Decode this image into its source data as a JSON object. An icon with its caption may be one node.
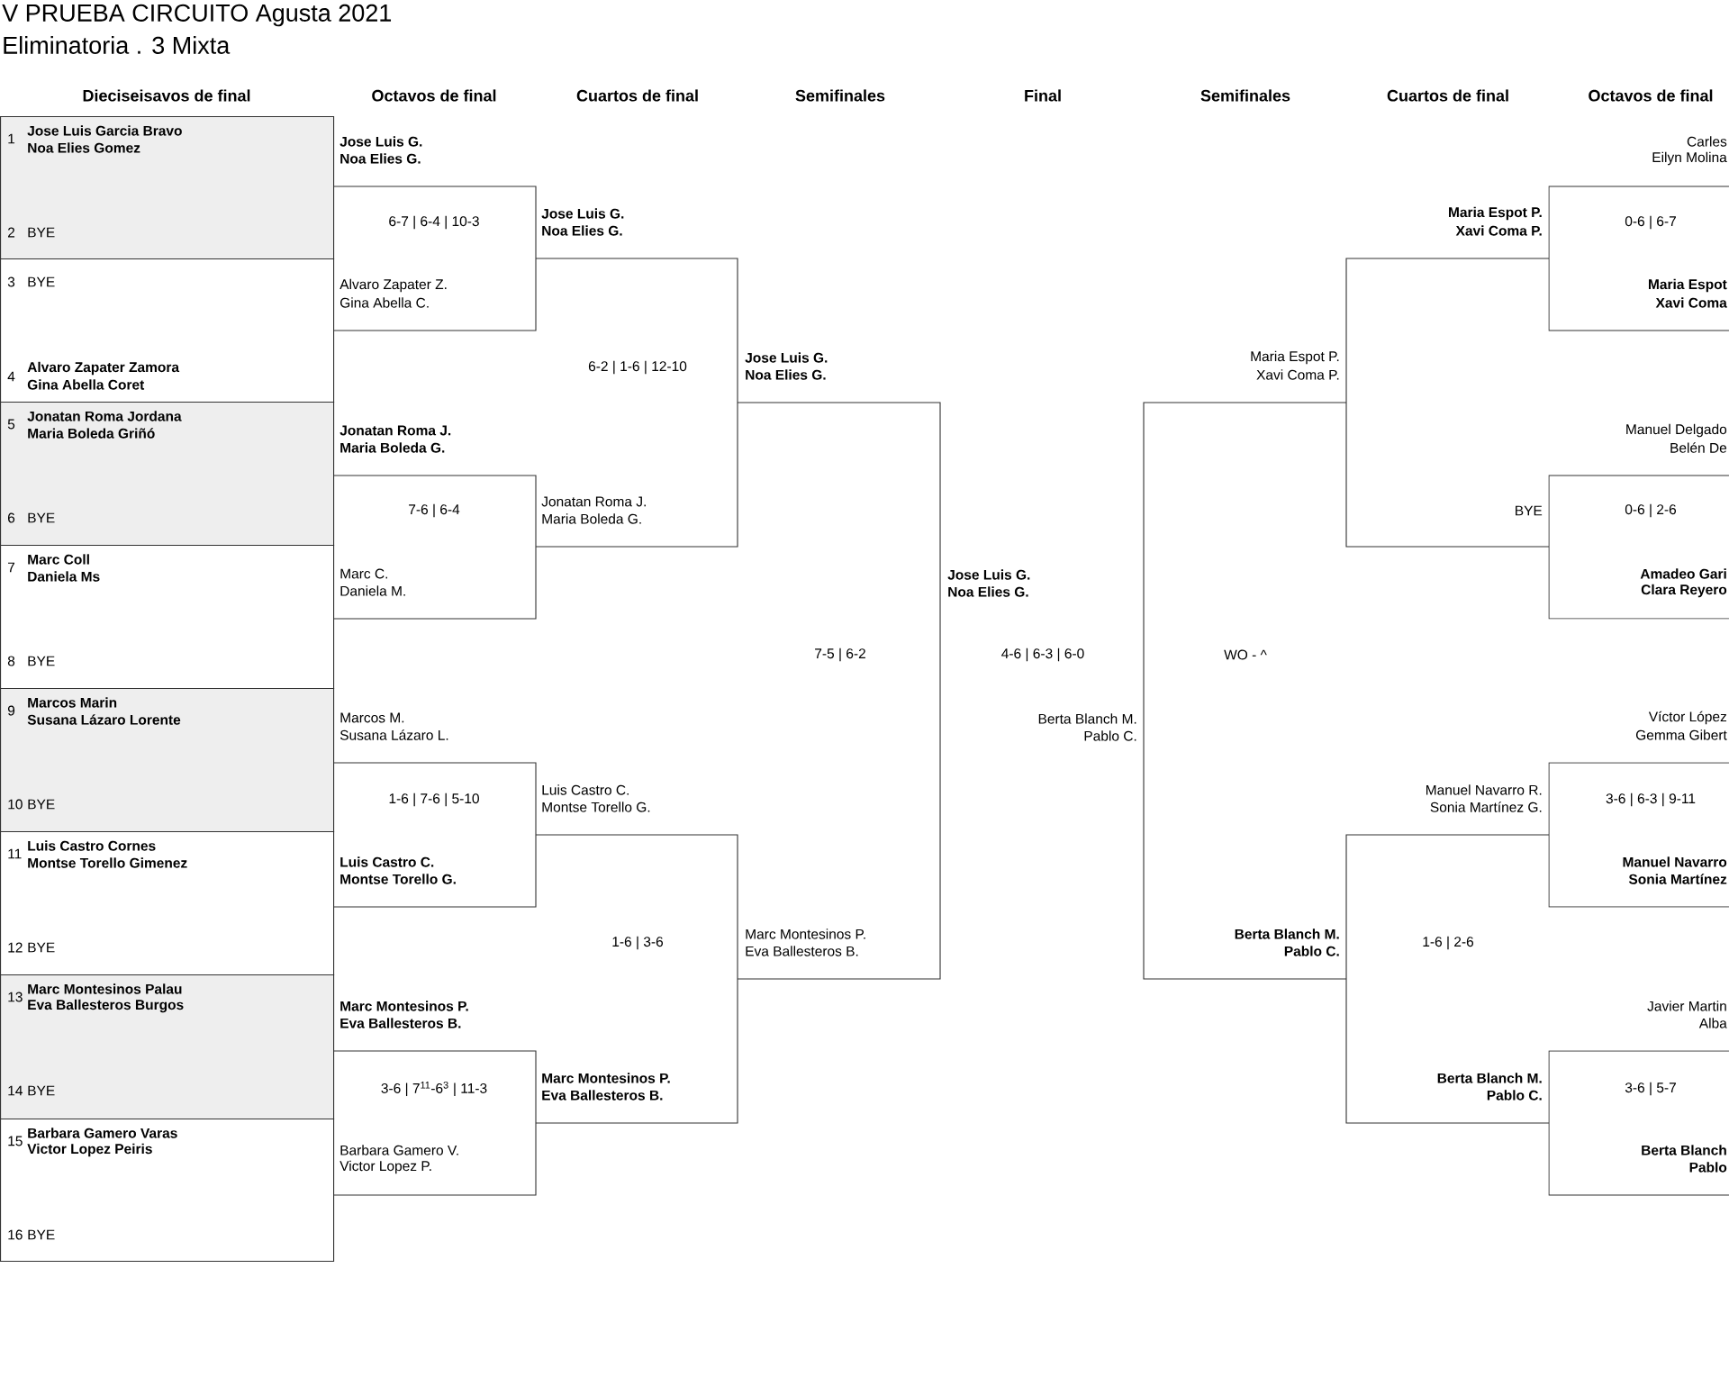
{
  "diagram": {
    "title": "V PRUEBA CIRCUITO Agusta 2021",
    "nodes": [
      {
        "text": [
          "1",
          "Jose Luis Garcia Bravo",
          "Noa Elies Gomez",
          "2",
          "BYE"
        ]
      },
      {
        "text": [
          "3",
          "BYE",
          "4",
          "Alvaro Zapater Zamora",
          "Gina Abella Coret"
        ]
      },
      {
        "text": [
          "5",
          "Jonatan Roma Jordana",
          "Maria Boleda Griñó",
          "6",
          "BYE"
        ]
      },
      {
        "text": [
          "7",
          "Marc Coll",
          "Daniela Ms",
          "8",
          "BYE"
        ]
      },
      {
        "text": [
          "9",
          "Marcos Marin",
          "Susana Lázaro Lorente",
          "10",
          "BYE"
        ]
      },
      {
        "text": [
          "11",
          "Luis Castro Cornes",
          "Montse Torello Gimenez",
          "12",
          "BYE"
        ]
      },
      {
        "text": [
          "13",
          "Marc Montesinos Palau",
          "Eva Ballesteros Burgos",
          "14",
          "BYE"
        ]
      },
      {
        "text": [
          "15",
          "Barbara Gamero Varas",
          "Victor Lopez Peiris",
          "16",
          "BYE"
        ]
      }
    ],
    "labels": [
      "Eliminatoria . 3 Mixta",
      "Dieciseisavos de final",
      "Octavos de final",
      "Cuartos de final",
      "Semifinales",
      "Final",
      "Semifinales",
      "Cuartos de final",
      "Octavos de final",
      "Jose Luis G.",
      "Noa Elies G.",
      "6-7 | 6-4 | 10-3",
      "Alvaro Zapater Z.",
      "Gina Abella C.",
      "Jonatan Roma J.",
      "Maria Boleda G.",
      "7-6 | 6-4",
      "Marc C.",
      "Daniela M.",
      "Marcos M.",
      "Susana Lázaro L.",
      "1-6 | 7-6 | 5-10",
      "Luis Castro C.",
      "Montse Torello G.",
      "Marc Montesinos P.",
      "Eva Ballesteros B.",
      "3-6 | 7$^{11}$-6$^{3}$ | 11-3",
      "Barbara Gamero V.",
      "Victor Lopez P.",
      "Jose Luis G.",
      "Noa Elies G.",
      "6-2 | 1-6 | 12-10",
      "Jonatan Roma J.",
      "Maria Boleda G.",
      "Luis Castro C.",
      "Montse Torello G.",
      "1-6 | 3-6",
      "Marc Montesinos P.",
      "Eva Ballesteros B.",
      "Jose Luis G.",
      "Noa Elies G.",
      "7-5 | 6-2",
      "Marc Montesinos P.",
      "Eva Ballesteros B.",
      "Jose Luis G.",
      "Noa Elies G.",
      "4-6 | 6-3 | 6-0",
      "Berta Blanch M.",
      "Pablo C.",
      "Maria Espot P.",
      "Xavi Coma P.",
      "WO - ^",
      "Berta Blanch M.",
      "Pablo C.",
      "Maria Espot P.",
      "Xavi Coma P.",
      "BYE",
      "Manuel Navarro R.",
      "Sonia Martínez G.",
      "1-6 | 2-6",
      "Berta Blanch M.",
      "Pablo C.",
      "Carles",
      "Eilyn Molina",
      "0-6 | 6-7",
      "Maria Espot",
      "Xavi Coma",
      "Manuel Delgado",
      "Belén De",
      "0-6 | 2-6",
      "Amadeo Gari",
      "Clara Reyero",
      "Víctor López",
      "Gemma Gibert",
      "3-6 | 6-3 | 9-11",
      "Manuel Navarro",
      "Sonia Martínez",
      "Javier Martin",
      "Alba",
      "3-6 | 5-7",
      "Berta Blanch",
      "Pablo"
    ]
  }
}
